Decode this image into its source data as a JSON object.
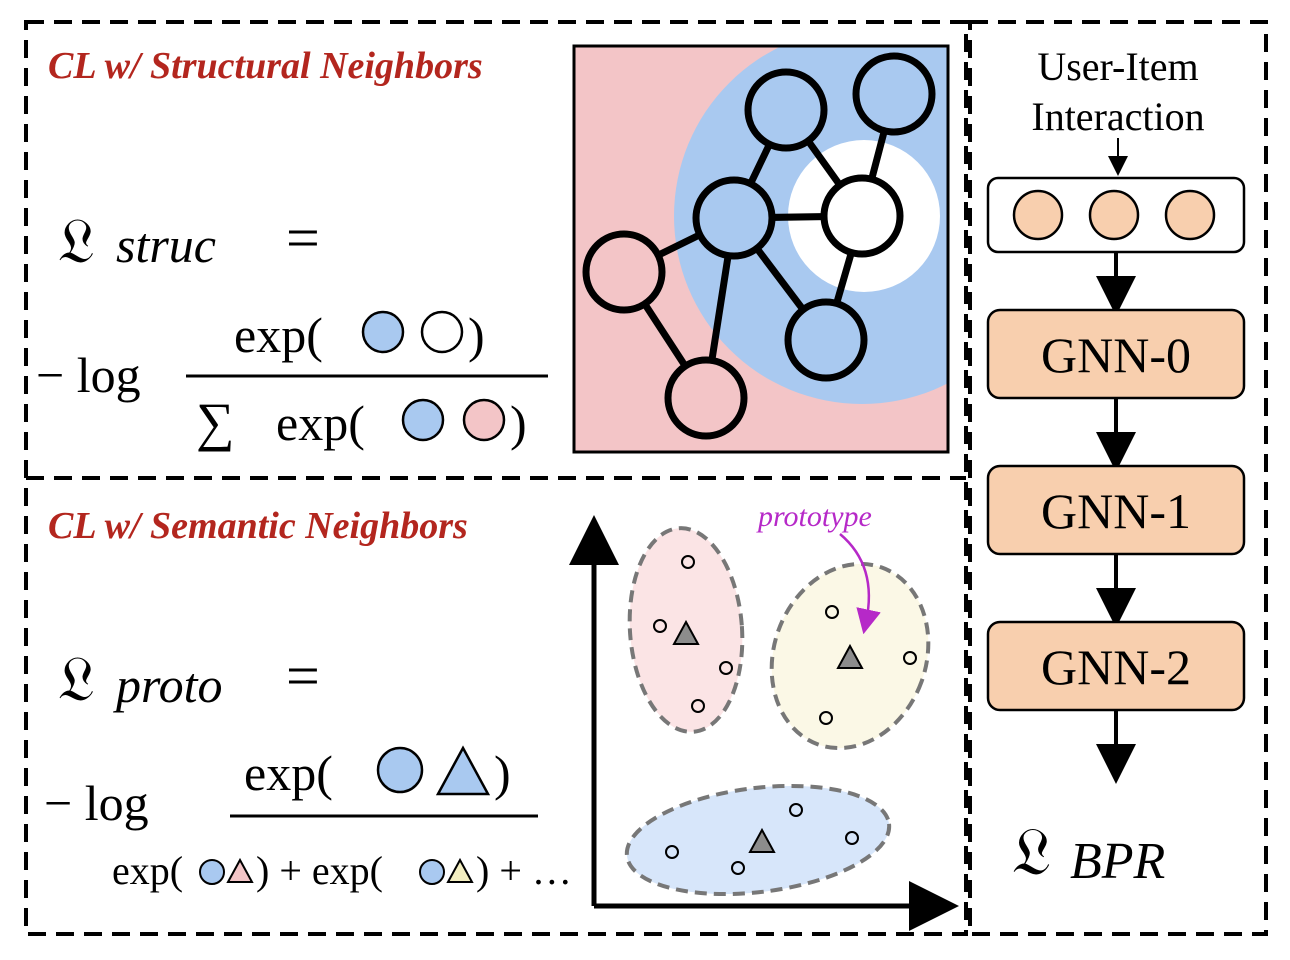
{
  "colors": {
    "title_red": "#b3261e",
    "blue_node": "#a9c9f0",
    "pink_node": "#f3c5c7",
    "orange_node": "#f8cfae",
    "yellow_cluster": "#fbf8e6",
    "magenta": "#b629c8",
    "dark_triangle": "#8c8c8c"
  },
  "structural": {
    "title": "CL w/ Structural Neighbors",
    "loss_symbol": "𝔏",
    "loss_sub": "struc",
    "equals": "=",
    "neg_log": "− log",
    "numerator_fn": "exp(",
    "sum_sign": "∑",
    "denominator_fn": "exp(",
    "close_paren": ")"
  },
  "semantic": {
    "title": "CL w/ Semantic Neighbors",
    "loss_symbol": "𝔏",
    "loss_sub": "proto",
    "equals": "=",
    "neg_log": "− log",
    "numerator_fn": "exp(",
    "close_paren": ")",
    "denominator_fn_1": "exp(",
    "denominator_plus_1": ") + exp(",
    "denominator_plus_2": ") + …",
    "prototype_label": "prototype"
  },
  "pipeline": {
    "input_label_line1": "User-Item",
    "input_label_line2": "Interaction",
    "layers": [
      "GNN-0",
      "GNN-1",
      "GNN-2"
    ],
    "loss_symbol": "𝔏",
    "loss_sub": "BPR"
  }
}
